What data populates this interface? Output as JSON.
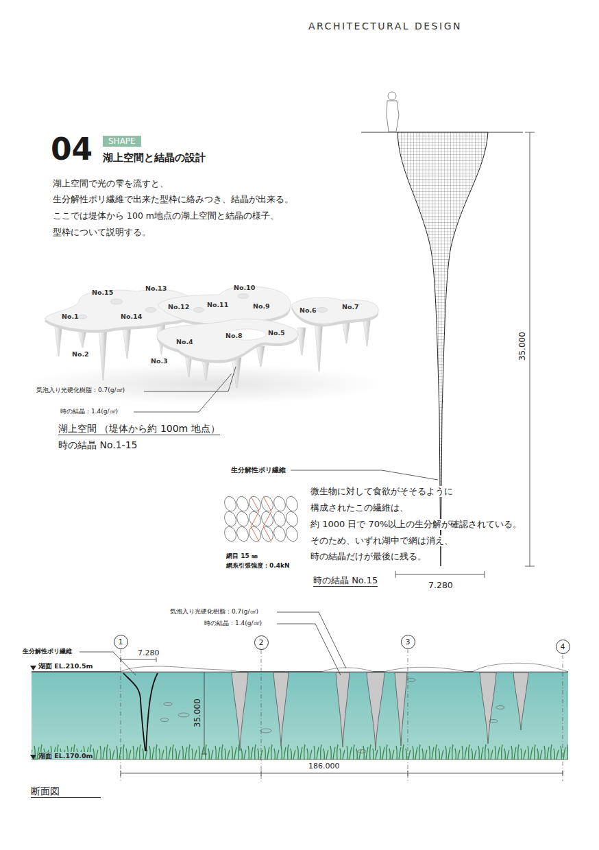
{
  "diagram": {
    "title": "湖上空間と結晶の設計",
    "nodes": [
      {
        "text": [
          "SHAPE"
        ]
      },
      {
        "text": [
          "1"
        ]
      },
      {
        "text": [
          "2"
        ]
      },
      {
        "text": [
          "3"
        ]
      },
      {
        "text": [
          "4"
        ]
      }
    ],
    "labels": [
      "ARCHITECTURAL DESIGN",
      "04",
      "湖上空間で光の雫を流すと、",
      "生分解性ポリ繊維で出来た型枠に絡みつき、結晶が出来る。",
      "ここでは堤体から 100 m地点の湖上空間と結晶の様子、",
      "型枠について説明する。",
      "No.15",
      "No.13",
      "No.10",
      "No.12",
      "No.11",
      "No.9",
      "No.6",
      "No.7",
      "No.1",
      "No.14",
      "No.5",
      "No.8",
      "No.4",
      "No.2",
      "No.3",
      "気泡入り光硬化樹脂：0.7(g/㎤)",
      "時の結晶：1.4(g/㎤)",
      "湖上空間 （堤体から約 100m 地点）",
      "時の結晶 No.1-15",
      "35.000",
      "生分解性ポリ繊維",
      "微生物に対して食欲がそそるように",
      "構成されたこの繊維は、",
      "約 1000 日で 70%以上の生分解が確認されている。",
      "そのため、いずれ湖中で網は消え、",
      "時の結晶だけが最後に残る。",
      "網目 15 ㎜",
      "網糸引張強度：0.4kN",
      "時の結晶 No.15",
      "7.280",
      "気泡入り光硬化樹脂：0.7(g/㎤)",
      "時の結晶：1.4(g/㎤)",
      "生分解性ポリ繊維",
      "7.280",
      "湖面 EL.210.5m",
      "35.000",
      "湖面 EL.170.0m",
      "186.000",
      "断面図"
    ]
  }
}
